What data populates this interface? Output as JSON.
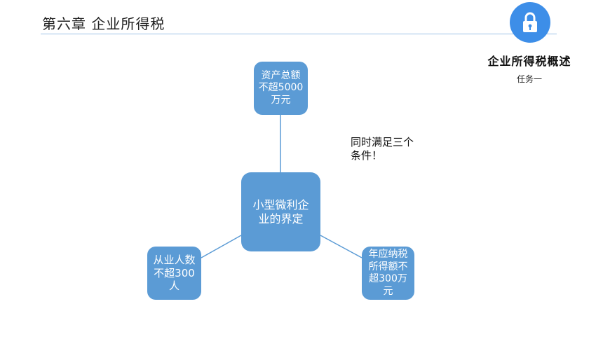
{
  "header": {
    "chapter": "第六章 企业所得税",
    "section_title": "企业所得税概述",
    "section_subtitle": "任务一",
    "lock_icon": "lock-icon",
    "accent_color": "#3d8ee8"
  },
  "diagram": {
    "center": "小型微利企业的界定",
    "top": "资产总额不超5000万元",
    "left": "从业人数不超300人",
    "right": "年应纳税所得额不超300万元",
    "note": "同时满足三个条件！",
    "node_color": "#5b9bd5"
  }
}
